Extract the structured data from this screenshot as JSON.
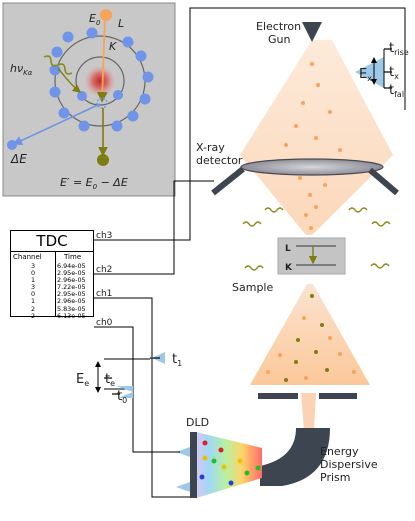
{
  "colors": {
    "inset_bg": "#c8c8c8",
    "electron_blue": "#6f94e8",
    "beam_orange": "#f8a35a",
    "olive": "#7d7d12",
    "photon_green": "#8a8a1a",
    "light_blue": "#9ec8e8",
    "dark_slate": "#3d4650"
  },
  "atom": {
    "e0_label": "E",
    "e0_sub": "0",
    "shell_L": "L",
    "shell_K": "K",
    "photon_label": "hν",
    "photon_sub": "Kα",
    "delta_e_label": "ΔE",
    "eprime_label": "E′ = E",
    "eprime_sub": "0",
    "eprime_tail": " − ΔE"
  },
  "labels": {
    "electron_gun_line1": "Electron",
    "electron_gun_line2": "Gun",
    "xray_line1": "X-ray",
    "xray_line2": "detector",
    "sample": "Sample",
    "sample_L": "L",
    "sample_K": "K",
    "dld": "DLD",
    "prism_line1": "Energy",
    "prism_line2": "Dispersive",
    "prism_line3": "Prism"
  },
  "pulse_right": {
    "ex": "E",
    "ex_sub": "x",
    "t_rise": "t",
    "t_rise_sub": "rise",
    "t_x": "t",
    "t_x_sub": "x",
    "t_fall": "t",
    "t_fall_sub": "fall"
  },
  "pulse_left": {
    "ee": "E",
    "ee_sub": "e",
    "te": "t",
    "te_sub": "e",
    "t1": "t",
    "t1_sub": "1",
    "t0": "t",
    "t0_sub": "0"
  },
  "channels": [
    "ch3",
    "ch2",
    "ch1",
    "ch0"
  ],
  "tdc": {
    "title": "TDC",
    "col_channel": "Channel",
    "col_time": "Time",
    "rows": [
      {
        "channel": "3",
        "time": "6.94e-05"
      },
      {
        "channel": "0",
        "time": "2.95e-05"
      },
      {
        "channel": "1",
        "time": "2.96e-05"
      },
      {
        "channel": "3",
        "time": "7.22e-05"
      },
      {
        "channel": "0",
        "time": "2.95e-05"
      },
      {
        "channel": "1",
        "time": "2.96e-05"
      },
      {
        "channel": "2",
        "time": "5.83e-05"
      },
      {
        "channel": "2",
        "time": "6.13e-05"
      }
    ]
  }
}
